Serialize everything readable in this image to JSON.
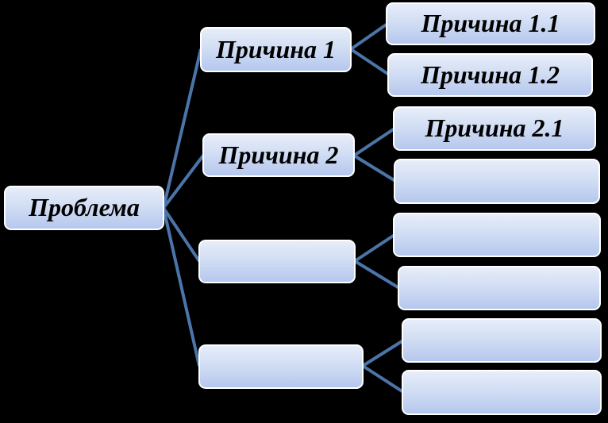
{
  "diagram": {
    "type": "cause-tree",
    "root": {
      "label": "Проблема"
    },
    "causes": [
      {
        "label": "Причина 1",
        "children": [
          {
            "label": "Причина 1.1"
          },
          {
            "label": "Причина 1.2"
          }
        ]
      },
      {
        "label": "Причина 2",
        "children": [
          {
            "label": "Причина 2.1"
          },
          {
            "label": ""
          }
        ]
      },
      {
        "label": "",
        "children": [
          {
            "label": ""
          },
          {
            "label": ""
          }
        ]
      },
      {
        "label": "",
        "children": [
          {
            "label": ""
          },
          {
            "label": ""
          }
        ]
      }
    ],
    "colors": {
      "background": "#000000",
      "box_fill_top": "#e7edf9",
      "box_fill_mid": "#d2def4",
      "box_fill_bottom": "#b5c7ed",
      "box_border": "#ffffff",
      "connector": "#4b75a9",
      "text": "#000000"
    }
  }
}
